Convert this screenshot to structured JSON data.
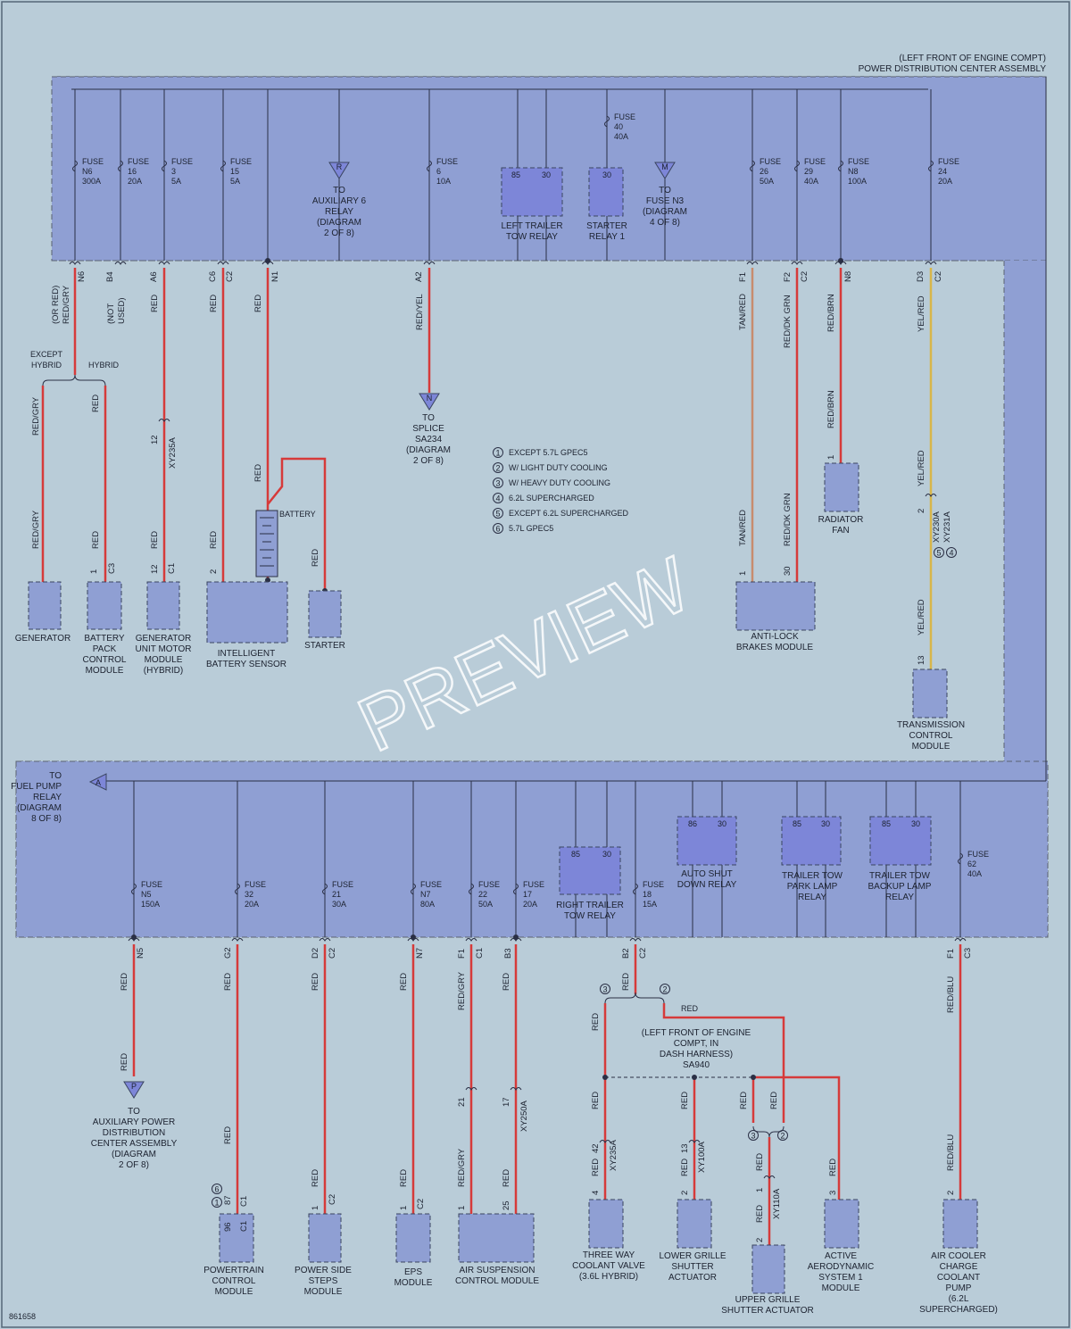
{
  "diagram_id": "861658",
  "watermark": "PREVIEW",
  "colors": {
    "background": "#b9ccd8",
    "module_fill": "#8f9fd3",
    "module_dark": "#7d86d8",
    "wire_red": "#d63a3a",
    "wire_tan_red": "#c88c6e",
    "wire_yellow": "#d8b64a",
    "bus": "#2a2f45"
  },
  "pdc": {
    "location": "(LEFT FRONT OF ENGINE COMPT)",
    "title": "POWER DISTRIBUTION CENTER ASSEMBLY"
  },
  "fuses_top": [
    {
      "l1": "FUSE",
      "l2": "N6",
      "l3": "300A"
    },
    {
      "l1": "FUSE",
      "l2": "16",
      "l3": "20A"
    },
    {
      "l1": "FUSE",
      "l2": "3",
      "l3": "5A"
    },
    {
      "l1": "FUSE",
      "l2": "15",
      "l3": "5A"
    },
    {
      "l1": "FUSE",
      "l2": "6",
      "l3": "10A"
    },
    {
      "l1": "FUSE",
      "l2": "40",
      "l3": "40A"
    },
    {
      "l1": "FUSE",
      "l2": "26",
      "l3": "50A"
    },
    {
      "l1": "FUSE",
      "l2": "29",
      "l3": "40A"
    },
    {
      "l1": "FUSE",
      "l2": "N8",
      "l3": "100A"
    },
    {
      "l1": "FUSE",
      "l2": "24",
      "l3": "20A"
    }
  ],
  "fuses_bottom": [
    {
      "l1": "FUSE",
      "l2": "N5",
      "l3": "150A"
    },
    {
      "l1": "FUSE",
      "l2": "32",
      "l3": "20A"
    },
    {
      "l1": "FUSE",
      "l2": "21",
      "l3": "30A"
    },
    {
      "l1": "FUSE",
      "l2": "N7",
      "l3": "80A"
    },
    {
      "l1": "FUSE",
      "l2": "22",
      "l3": "50A"
    },
    {
      "l1": "FUSE",
      "l2": "17",
      "l3": "20A"
    },
    {
      "l1": "FUSE",
      "l2": "18",
      "l3": "15A"
    },
    {
      "l1": "FUSE",
      "l2": "62",
      "l3": "40A"
    }
  ],
  "refs": {
    "R": {
      "letter": "R",
      "lines": [
        "TO",
        "AUXILIARY 6",
        "RELAY",
        "(DIAGRAM",
        "2 OF 8)"
      ]
    },
    "M": {
      "letter": "M",
      "lines": [
        "TO",
        "FUSE N3",
        "(DIAGRAM",
        "4 OF 8)"
      ]
    },
    "N": {
      "letter": "N",
      "lines": [
        "TO",
        "SPLICE",
        "SA234",
        "(DIAGRAM",
        "2 OF 8)"
      ]
    },
    "A": {
      "letter": "A",
      "lines": [
        "TO",
        "FUEL PUMP",
        "RELAY",
        "(DIAGRAM",
        "8 OF 8)"
      ]
    },
    "P": {
      "letter": "P",
      "lines": [
        "TO",
        "AUXILIARY POWER",
        "DISTRIBUTION",
        "CENTER ASSEMBLY",
        "(DIAGRAM",
        "2 OF 8)"
      ]
    }
  },
  "relays": {
    "left_trailer_tow": {
      "pins": [
        "85",
        "30"
      ],
      "lines": [
        "LEFT TRAILER",
        "TOW RELAY"
      ]
    },
    "starter_relay_1": {
      "pins": [
        "30"
      ],
      "lines": [
        "STARTER",
        "RELAY 1"
      ]
    },
    "right_trailer_tow": {
      "pins": [
        "85",
        "30"
      ],
      "lines": [
        "RIGHT TRAILER",
        "TOW RELAY"
      ]
    },
    "auto_shut_down": {
      "pins": [
        "86",
        "30"
      ],
      "lines": [
        "AUTO SHUT",
        "DOWN RELAY"
      ]
    },
    "trailer_tow_park_lamp": {
      "pins": [
        "85",
        "30"
      ],
      "lines": [
        "TRAILER TOW",
        "PARK LAMP",
        "RELAY"
      ]
    },
    "trailer_tow_backup_lamp": {
      "pins": [
        "85",
        "30"
      ],
      "lines": [
        "TRAILER TOW",
        "BACKUP LAMP",
        "RELAY"
      ]
    }
  },
  "modules": {
    "generator": {
      "lines": [
        "GENERATOR"
      ]
    },
    "battery_pack": {
      "lines": [
        "BATTERY",
        "PACK",
        "CONTROL",
        "MODULE"
      ]
    },
    "generator_unit_motor": {
      "lines": [
        "GENERATOR",
        "UNIT MOTOR",
        "MODULE",
        "(HYBRID)"
      ]
    },
    "ibs": {
      "lines": [
        "INTELLIGENT",
        "BATTERY SENSOR"
      ]
    },
    "starter": {
      "lines": [
        "STARTER"
      ]
    },
    "radiator_fan": {
      "lines": [
        "RADIATOR",
        "FAN"
      ]
    },
    "abs": {
      "lines": [
        "ANTI-LOCK",
        "BRAKES MODULE"
      ]
    },
    "tcm": {
      "lines": [
        "TRANSMISSION",
        "CONTROL",
        "MODULE"
      ]
    },
    "pcm": {
      "lines": [
        "POWERTRAIN",
        "CONTROL",
        "MODULE"
      ]
    },
    "power_side_steps": {
      "lines": [
        "POWER SIDE",
        "STEPS",
        "MODULE"
      ]
    },
    "eps": {
      "lines": [
        "EPS",
        "MODULE"
      ]
    },
    "air_suspension": {
      "lines": [
        "AIR SUSPENSION",
        "CONTROL MODULE"
      ]
    },
    "three_way_valve": {
      "lines": [
        "THREE WAY",
        "COOLANT VALVE",
        "(3.6L HYBRID)"
      ]
    },
    "lower_grille": {
      "lines": [
        "LOWER GRILLE",
        "SHUTTER",
        "ACTUATOR"
      ]
    },
    "upper_grille": {
      "lines": [
        "UPPER GRILLE",
        "SHUTTER ACTUATOR"
      ]
    },
    "active_aero": {
      "lines": [
        "ACTIVE",
        "AERODYNAMIC",
        "SYSTEM 1",
        "MODULE"
      ]
    },
    "air_cooler_pump": {
      "lines": [
        "AIR COOLER",
        "CHARGE",
        "COOLANT",
        "PUMP",
        "(6.2L",
        "SUPERCHARGED)"
      ]
    }
  },
  "battery_label": "BATTERY",
  "legend": [
    {
      "num": "1",
      "text": "EXCEPT 5.7L GPEC5"
    },
    {
      "num": "2",
      "text": "W/ LIGHT DUTY COOLING"
    },
    {
      "num": "3",
      "text": "W/ HEAVY DUTY COOLING"
    },
    {
      "num": "4",
      "text": "6.2L SUPERCHARGED"
    },
    {
      "num": "5",
      "text": "EXCEPT 6.2L SUPERCHARGED"
    },
    {
      "num": "6",
      "text": "5.7L GPEC5"
    }
  ],
  "hybrid_labels": {
    "except_l1": "EXCEPT",
    "except_l2": "HYBRID",
    "hybrid": "HYBRID"
  },
  "splice_sa940": {
    "lines": [
      "(LEFT FRONT OF ENGINE",
      "COMPT, IN",
      "DASH HARNESS)",
      "SA940"
    ]
  },
  "wire_labels": {
    "n6_conn": "N6",
    "n6_color": "RED/GRY",
    "n6_alt": "(OR RED)",
    "b4_conn": "B4",
    "b4_note_1": "(NOT",
    "b4_note_2": "USED)",
    "a6_conn": "A6",
    "c6_conn": "C6",
    "c2": "C2",
    "n1_conn": "N1",
    "a2_conn": "A2",
    "a2_color": "RED/YEL",
    "f1_conn": "F1",
    "f1_color": "TAN/RED",
    "f2_conn": "F2",
    "f2_color": "RED/DK GRN",
    "n8_conn": "N8",
    "n8_color": "RED/BRN",
    "d3_conn": "D3",
    "d3_color": "YEL/RED",
    "red": "RED",
    "red_gry": "RED/GRY",
    "red_blu": "RED/BLU",
    "xy235a": "XY235A",
    "xy230a": "XY230A",
    "xy231a": "XY231A",
    "xy250a": "XY250A",
    "xy100a": "XY100A",
    "xy110a": "XY110A",
    "c1": "C1",
    "c3": "C3",
    "n5_conn": "N5",
    "g2_conn": "G2",
    "d2_conn": "D2",
    "n7_conn": "N7",
    "b3_conn": "B3",
    "b2_conn": "B2",
    "pin_1": "1",
    "pin_2": "2",
    "pin_3": "3",
    "pin_4": "4",
    "pin_12": "12",
    "pin_13": "13",
    "pin_17": "17",
    "pin_21": "21",
    "pin_25": "25",
    "pin_30": "30",
    "pin_42": "42",
    "pin_87": "87",
    "pin_96": "96"
  }
}
